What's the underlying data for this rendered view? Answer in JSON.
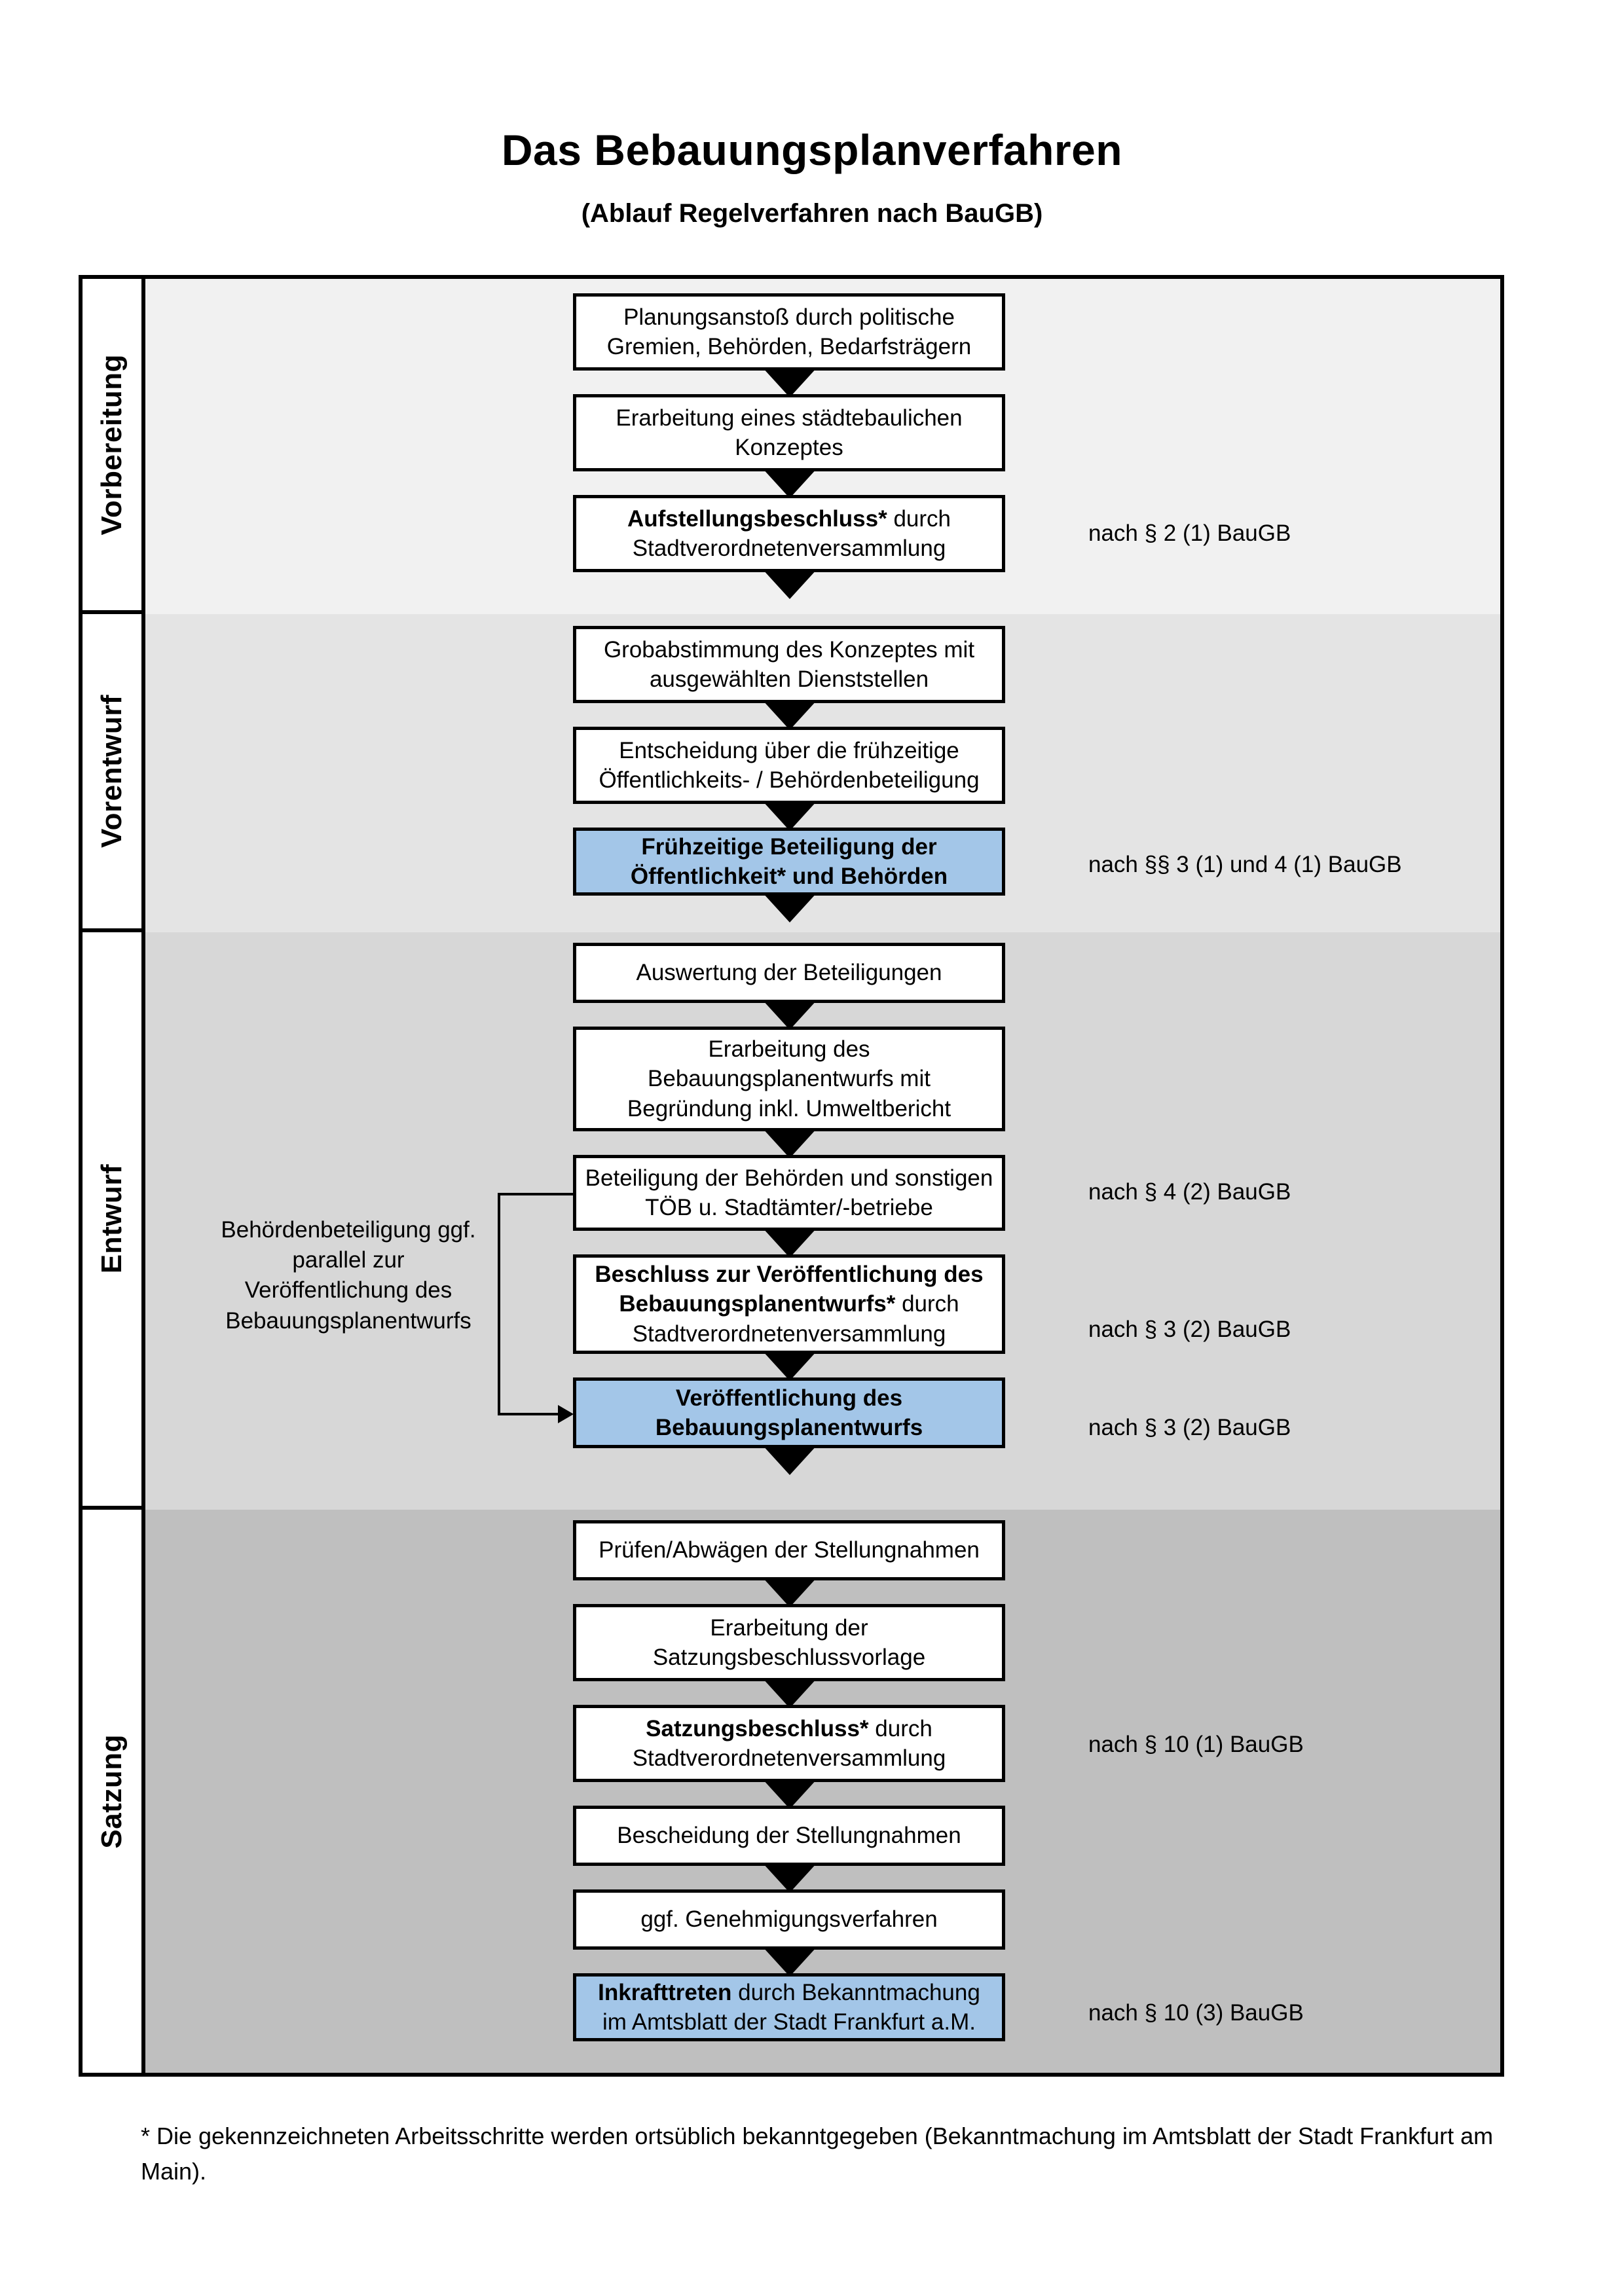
{
  "document": {
    "title": "Das Bebauungsplanverfahren",
    "subtitle": "(Ablauf Regelverfahren nach BauGB)",
    "footnote": "* Die gekennzeichneten Arbeitsschritte werden ortsüblich bekanntgegeben (Bekanntmachung im Amtsblatt  der Stadt Frankfurt am Main)."
  },
  "colors": {
    "highlight_blue": "#a3c6e8",
    "band_vorbereitung": "#f1f1f1",
    "band_vorentwurf": "#e4e4e4",
    "band_entwurf": "#d7d7d7",
    "band_satzung": "#bfbfbf",
    "outline": "#000000"
  },
  "phases": [
    {
      "label": "Vorbereitung"
    },
    {
      "label": "Vorentwurf"
    },
    {
      "label": "Entwurf"
    },
    {
      "label": "Satzung"
    }
  ],
  "steps": {
    "s1": {
      "text": "Planungsanstoß durch politische Gremien, Behörden, Bedarfsträgern",
      "highlight": false,
      "bold": ""
    },
    "s2": {
      "text": "Erarbeitung eines städtebaulichen Konzeptes",
      "highlight": false,
      "bold": ""
    },
    "s3": {
      "bold": "Aufstellungsbeschluss*",
      "rest": " durch Stadtverordnetenversammlung",
      "highlight": false
    },
    "s4": {
      "text": "Grobabstimmung des Konzeptes mit ausgewählten Dienststellen",
      "highlight": false,
      "bold": ""
    },
    "s5": {
      "text": "Entscheidung über die frühzeitige Öffentlichkeits- / Behördenbeteiligung",
      "highlight": false,
      "bold": ""
    },
    "s6": {
      "bold": "Frühzeitige Beteiligung der Öffentlichkeit* und Behörden",
      "rest": "",
      "highlight": true
    },
    "s7": {
      "text": "Auswertung der Beteiligungen",
      "highlight": false,
      "bold": ""
    },
    "s8": {
      "text": "Erarbeitung des Bebauungsplanentwurfs mit Begründung inkl. Umweltbericht",
      "highlight": false,
      "bold": ""
    },
    "s9": {
      "text": "Beteiligung der Behörden und sonstigen TÖB u. Stadtämter/-betriebe",
      "highlight": false,
      "bold": ""
    },
    "s10": {
      "bold": "Beschluss zur Veröffentlichung des Bebauungsplanentwurfs*",
      "rest": " durch Stadtverordnetenversammlung",
      "highlight": false
    },
    "s11": {
      "bold": "Veröffentlichung des Bebauungsplanentwurfs",
      "rest": "",
      "highlight": true
    },
    "s12": {
      "text": "Prüfen/Abwägen der Stellungnahmen",
      "highlight": false,
      "bold": ""
    },
    "s13": {
      "text": "Erarbeitung der Satzungsbeschlussvorlage",
      "highlight": false,
      "bold": ""
    },
    "s14": {
      "bold": "Satzungsbeschluss*",
      "rest": " durch Stadtverordnetenversammlung",
      "highlight": false
    },
    "s15": {
      "text": "Bescheidung der Stellungnahmen",
      "highlight": false,
      "bold": ""
    },
    "s16": {
      "text": "ggf. Genehmigungsverfahren",
      "highlight": false,
      "bold": ""
    },
    "s17": {
      "bold": "Inkrafttreten",
      "rest": " durch Bekanntmachung im Amtsblatt der Stadt Frankfurt a.M.",
      "highlight": true
    }
  },
  "legal_refs": {
    "r1": "nach § 2 (1) BauGB",
    "r2": "nach §§ 3 (1) und 4 (1) BauGB",
    "r3": "nach § 4 (2) BauGB",
    "r4": "nach § 3 (2) BauGB",
    "r5": "nach § 3 (2) BauGB",
    "r6": "nach § 10 (1) BauGB",
    "r7": "nach § 10 (3) BauGB"
  },
  "sidenote": {
    "text": "Behördenbeteiligung ggf. parallel zur Veröffentlichung des Bebauungsplanentwurfs"
  }
}
